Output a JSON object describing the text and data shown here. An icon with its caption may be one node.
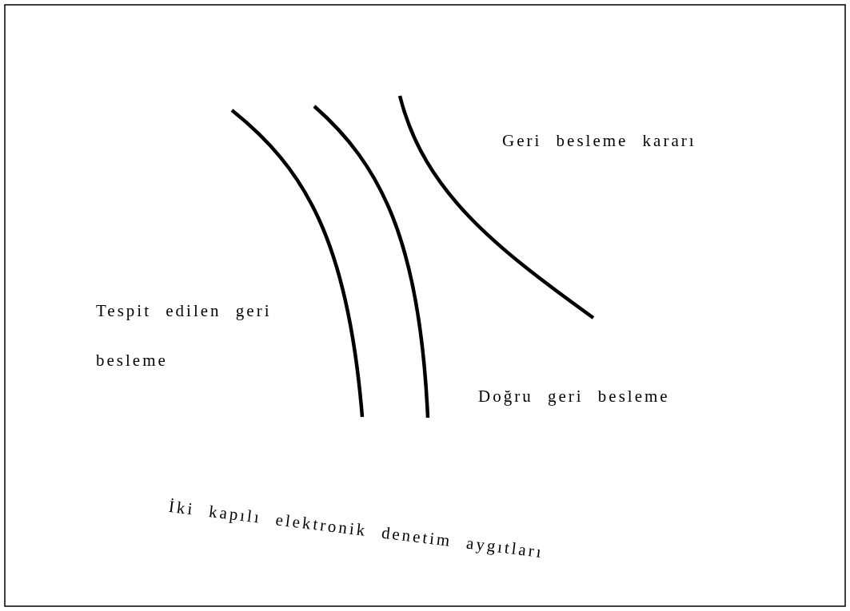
{
  "diagram": {
    "labels": [
      "Geri besleme kararı",
      "Tespit edilen geri besleme",
      "Doğru geri besleme",
      "İki kapılı elektronik denetim aygıtları"
    ]
  }
}
